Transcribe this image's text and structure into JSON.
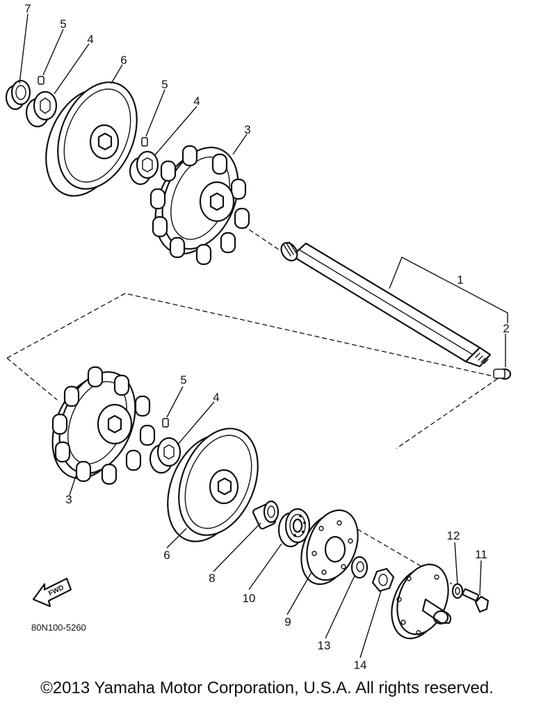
{
  "diagram": {
    "part_callouts": {
      "p1": "1",
      "p2": "2",
      "p3_upper": "3",
      "p3_lower": "3",
      "p4_top": "4",
      "p4_mid": "4",
      "p4_lower": "4",
      "p5_top": "5",
      "p5_mid": "5",
      "p5_lower": "5",
      "p6_upper": "6",
      "p6_lower": "6",
      "p7": "7",
      "p8": "8",
      "p9": "9",
      "p10": "10",
      "p11": "11",
      "p12": "12",
      "p13": "13",
      "p14": "14"
    },
    "fwd_label": "FWD",
    "drawing_code": "80N100-5260",
    "copyright": "©2013 Yamaha Motor Corporation, U.S.A. All rights reserved."
  }
}
